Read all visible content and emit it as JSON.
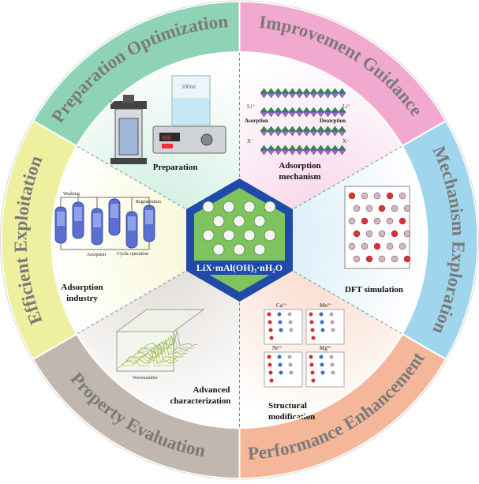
{
  "outer_ring": [
    {
      "label": "Preparation Optimization",
      "color": "#8fd3b6"
    },
    {
      "label": "Improvement Guidance",
      "color": "#f2a9cf"
    },
    {
      "label": "Mechanism Exploration",
      "color": "#9fd6ee"
    },
    {
      "label": "Performance Enhancement",
      "color": "#f4b79a"
    },
    {
      "label": "Property Evaluation",
      "color": "#c1b7ae"
    },
    {
      "label": "Efficient Exploitation",
      "color": "#eef0a0"
    }
  ],
  "inner_sectors": [
    {
      "label_lines": [
        "Preparation"
      ],
      "icon": "hydrothermal-reactor-and-hotplate-stirrer"
    },
    {
      "label_lines": [
        "Adsorption",
        "mechanism"
      ],
      "icon": "layered-structure-adsorption-desorption"
    },
    {
      "label_lines": [
        "DFT simulation"
      ],
      "icon": "crystal-lattice-model"
    },
    {
      "label_lines": [
        "Structural",
        "modification"
      ],
      "icon": "doped-crystal-structures"
    },
    {
      "label_lines": [
        "Advanced",
        "characterization"
      ],
      "icon": "3d-spectra-plot"
    },
    {
      "label_lines": [
        "Adsorption",
        "industry"
      ],
      "icon": "adsorption-column-process"
    }
  ],
  "center": {
    "formula": "LiX·mAl(OH)₃·nH₂O",
    "color": "#1f4aa8"
  },
  "adsorption_mechanism": {
    "li_left": "Li⁺",
    "li_right": "Li⁺",
    "x_left": "X⁻",
    "x_right": "X⁻",
    "adsorption": "Asorption",
    "desorption": "Desorption"
  },
  "structural_modification": {
    "ions": [
      "Ca²⁺",
      "Mn²⁺",
      "Ni²⁺",
      "Mg²⁺"
    ]
  },
  "advanced_characterization": {
    "x_axis_label": "Wavenumber"
  },
  "adsorption_industry": {
    "washing": "Washing",
    "regeneration": "Regeneration",
    "asorption": "Asorption",
    "cyclic": "Cyclic operation"
  },
  "preparation": {
    "beaker_mark": "500ml"
  }
}
